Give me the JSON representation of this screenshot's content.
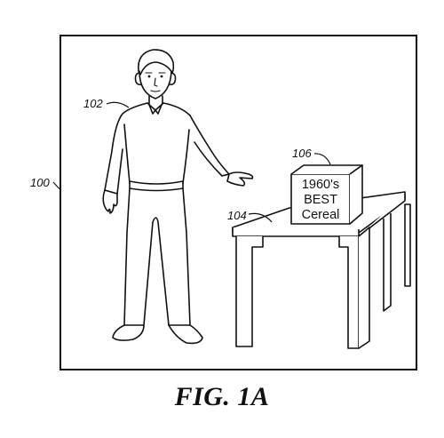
{
  "figure": {
    "caption": "FIG. 1A",
    "labels": {
      "scene": "100",
      "person": "102",
      "table": "104",
      "box": "106"
    },
    "box_text": {
      "line1": "1960's",
      "line2": "BEST",
      "line3": "Cereal"
    }
  }
}
